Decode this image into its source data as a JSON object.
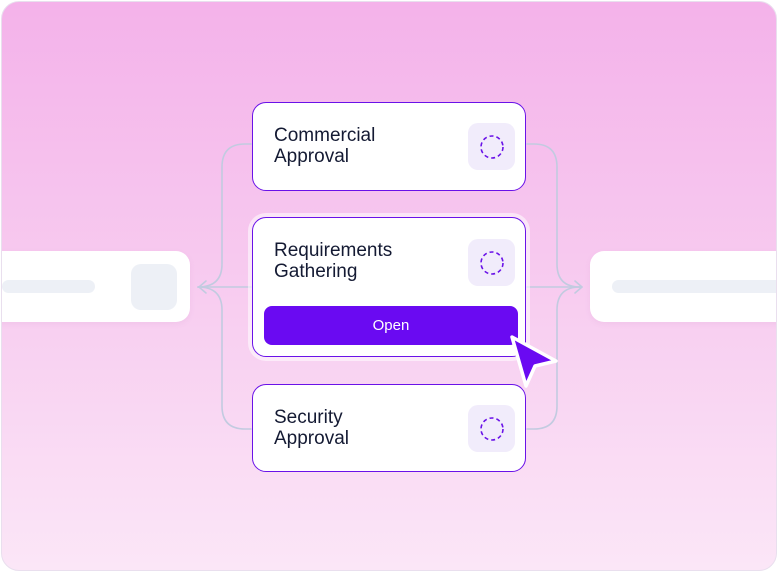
{
  "workflow": {
    "steps": [
      {
        "title": "Commercial\nApproval",
        "status_icon": "dashed-circle-icon"
      },
      {
        "title": "Requirements\nGathering",
        "status_icon": "dashed-circle-icon",
        "action_label": "Open"
      },
      {
        "title": "Security\nApproval",
        "status_icon": "dashed-circle-icon"
      }
    ]
  },
  "colors": {
    "accent": "#6a0af2",
    "card_border": "#6a12e8",
    "background_top": "#f4b2ea",
    "background_bottom": "#fbe6f7",
    "connector": "#c2cbe0"
  }
}
